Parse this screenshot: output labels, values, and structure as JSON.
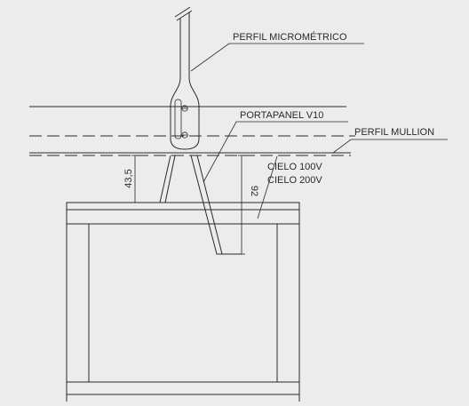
{
  "labels": {
    "perfil_micrometrico": "PERFIL MICROMÉTRICO",
    "portapanel": "PORTAPANEL V10",
    "perfil_mullion": "PERFIL MULLION",
    "cielo_100v": "CIELO 100V",
    "cielo_200v": "CIELO 200V"
  },
  "dimensions": {
    "height_upper": "43,5",
    "height_lower": "92"
  },
  "colors": {
    "background": "#ececec",
    "line": "#2a2a2a"
  }
}
